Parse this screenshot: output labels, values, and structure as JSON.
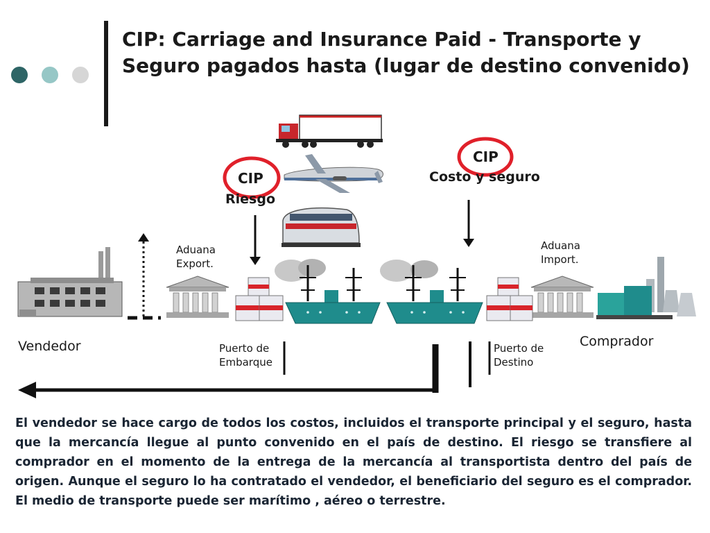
{
  "title": "CIP: Carriage and Insurance Paid - Transporte y Seguro pagados hasta (lugar de destino convenido)",
  "accent_colors": {
    "dot_dark": "#2e6566",
    "dot_mid": "#96c7c6",
    "dot_light": "#d6d6d6",
    "highlight_circle": "#e0202a",
    "ship": "#1f8c8c"
  },
  "diagram": {
    "cip_risk_tag": "CIP",
    "risk_label": "Riesgo",
    "cip_cost_tag": "CIP",
    "cost_label": "Costo y seguro",
    "customs_export": "Aduana Export.",
    "customs_import": "Aduana Import.",
    "seller_label": "Vendedor",
    "buyer_label": "Comprador",
    "port_loading": "Puerto de Embarque",
    "port_destination": "Puerto de Destino",
    "icons": [
      "factory-icon",
      "customs-building-icon",
      "truck-icon",
      "airplane-icon",
      "train-icon",
      "ship-icon",
      "cargo-crates-icon",
      "industrial-plant-icon"
    ]
  },
  "description": "El vendedor se hace cargo de todos los costos, incluidos el transporte principal y el seguro, hasta que la mercancía llegue al punto convenido en el país de destino. El riesgo se transfiere al comprador en el momento de la entrega de la mercancía al transportista dentro del país de origen. Aunque el seguro lo ha contratado el vendedor, el beneficiario del seguro es el comprador. El medio de transporte puede ser marítimo , aéreo o terrestre."
}
